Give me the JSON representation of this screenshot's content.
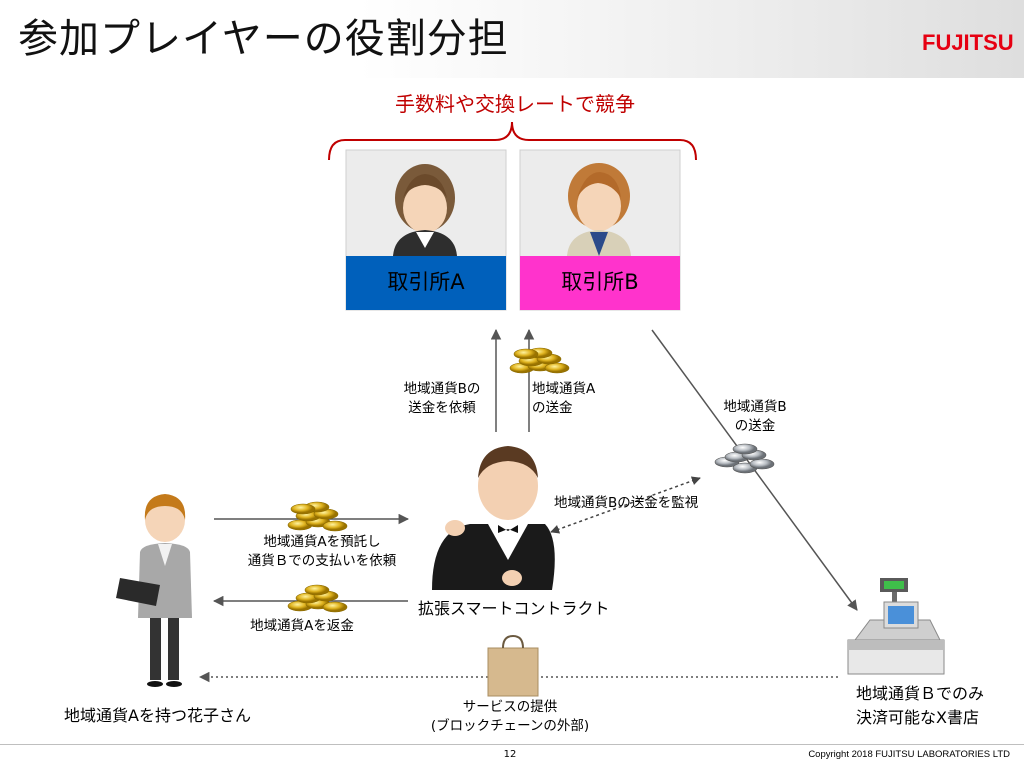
{
  "title": "参加プレイヤーの役割分担",
  "logo": "FUJITSU",
  "subtitle": "手数料や交換レートで競争",
  "exchanges": [
    {
      "label": "取引所A",
      "color": "#0060bb"
    },
    {
      "label": "取引所B",
      "color": "#ff33cc"
    }
  ],
  "labels": {
    "request_b": [
      "地域通貨Bの",
      "送金を依頼"
    ],
    "send_a": [
      "地域通貨A",
      "の送金"
    ],
    "send_b": [
      "地域通貨B",
      "の送金"
    ],
    "monitor": "地域通貨Bの送金を監視",
    "deposit": [
      "地域通貨Aを預託し",
      "通貨Ｂでの支払いを依頼"
    ],
    "refund": "地域通貨Aを返金",
    "contract": "拡張スマートコントラクト",
    "service": [
      "サービスの提供",
      "(ブロックチェーンの外部)"
    ],
    "hanako": "地域通貨Aを持つ花子さん",
    "store": [
      "地域通貨Ｂでのみ",
      "決済可能なX書店"
    ]
  },
  "footer": {
    "page": "12",
    "copyright": "Copyright 2018 FUJITSU LABORATORIES LTD"
  },
  "colors": {
    "gold_coin": "#d4a80e",
    "silver_coin": "#9aa0a6",
    "subtitle": "#c00000",
    "brace": "#c00000"
  }
}
